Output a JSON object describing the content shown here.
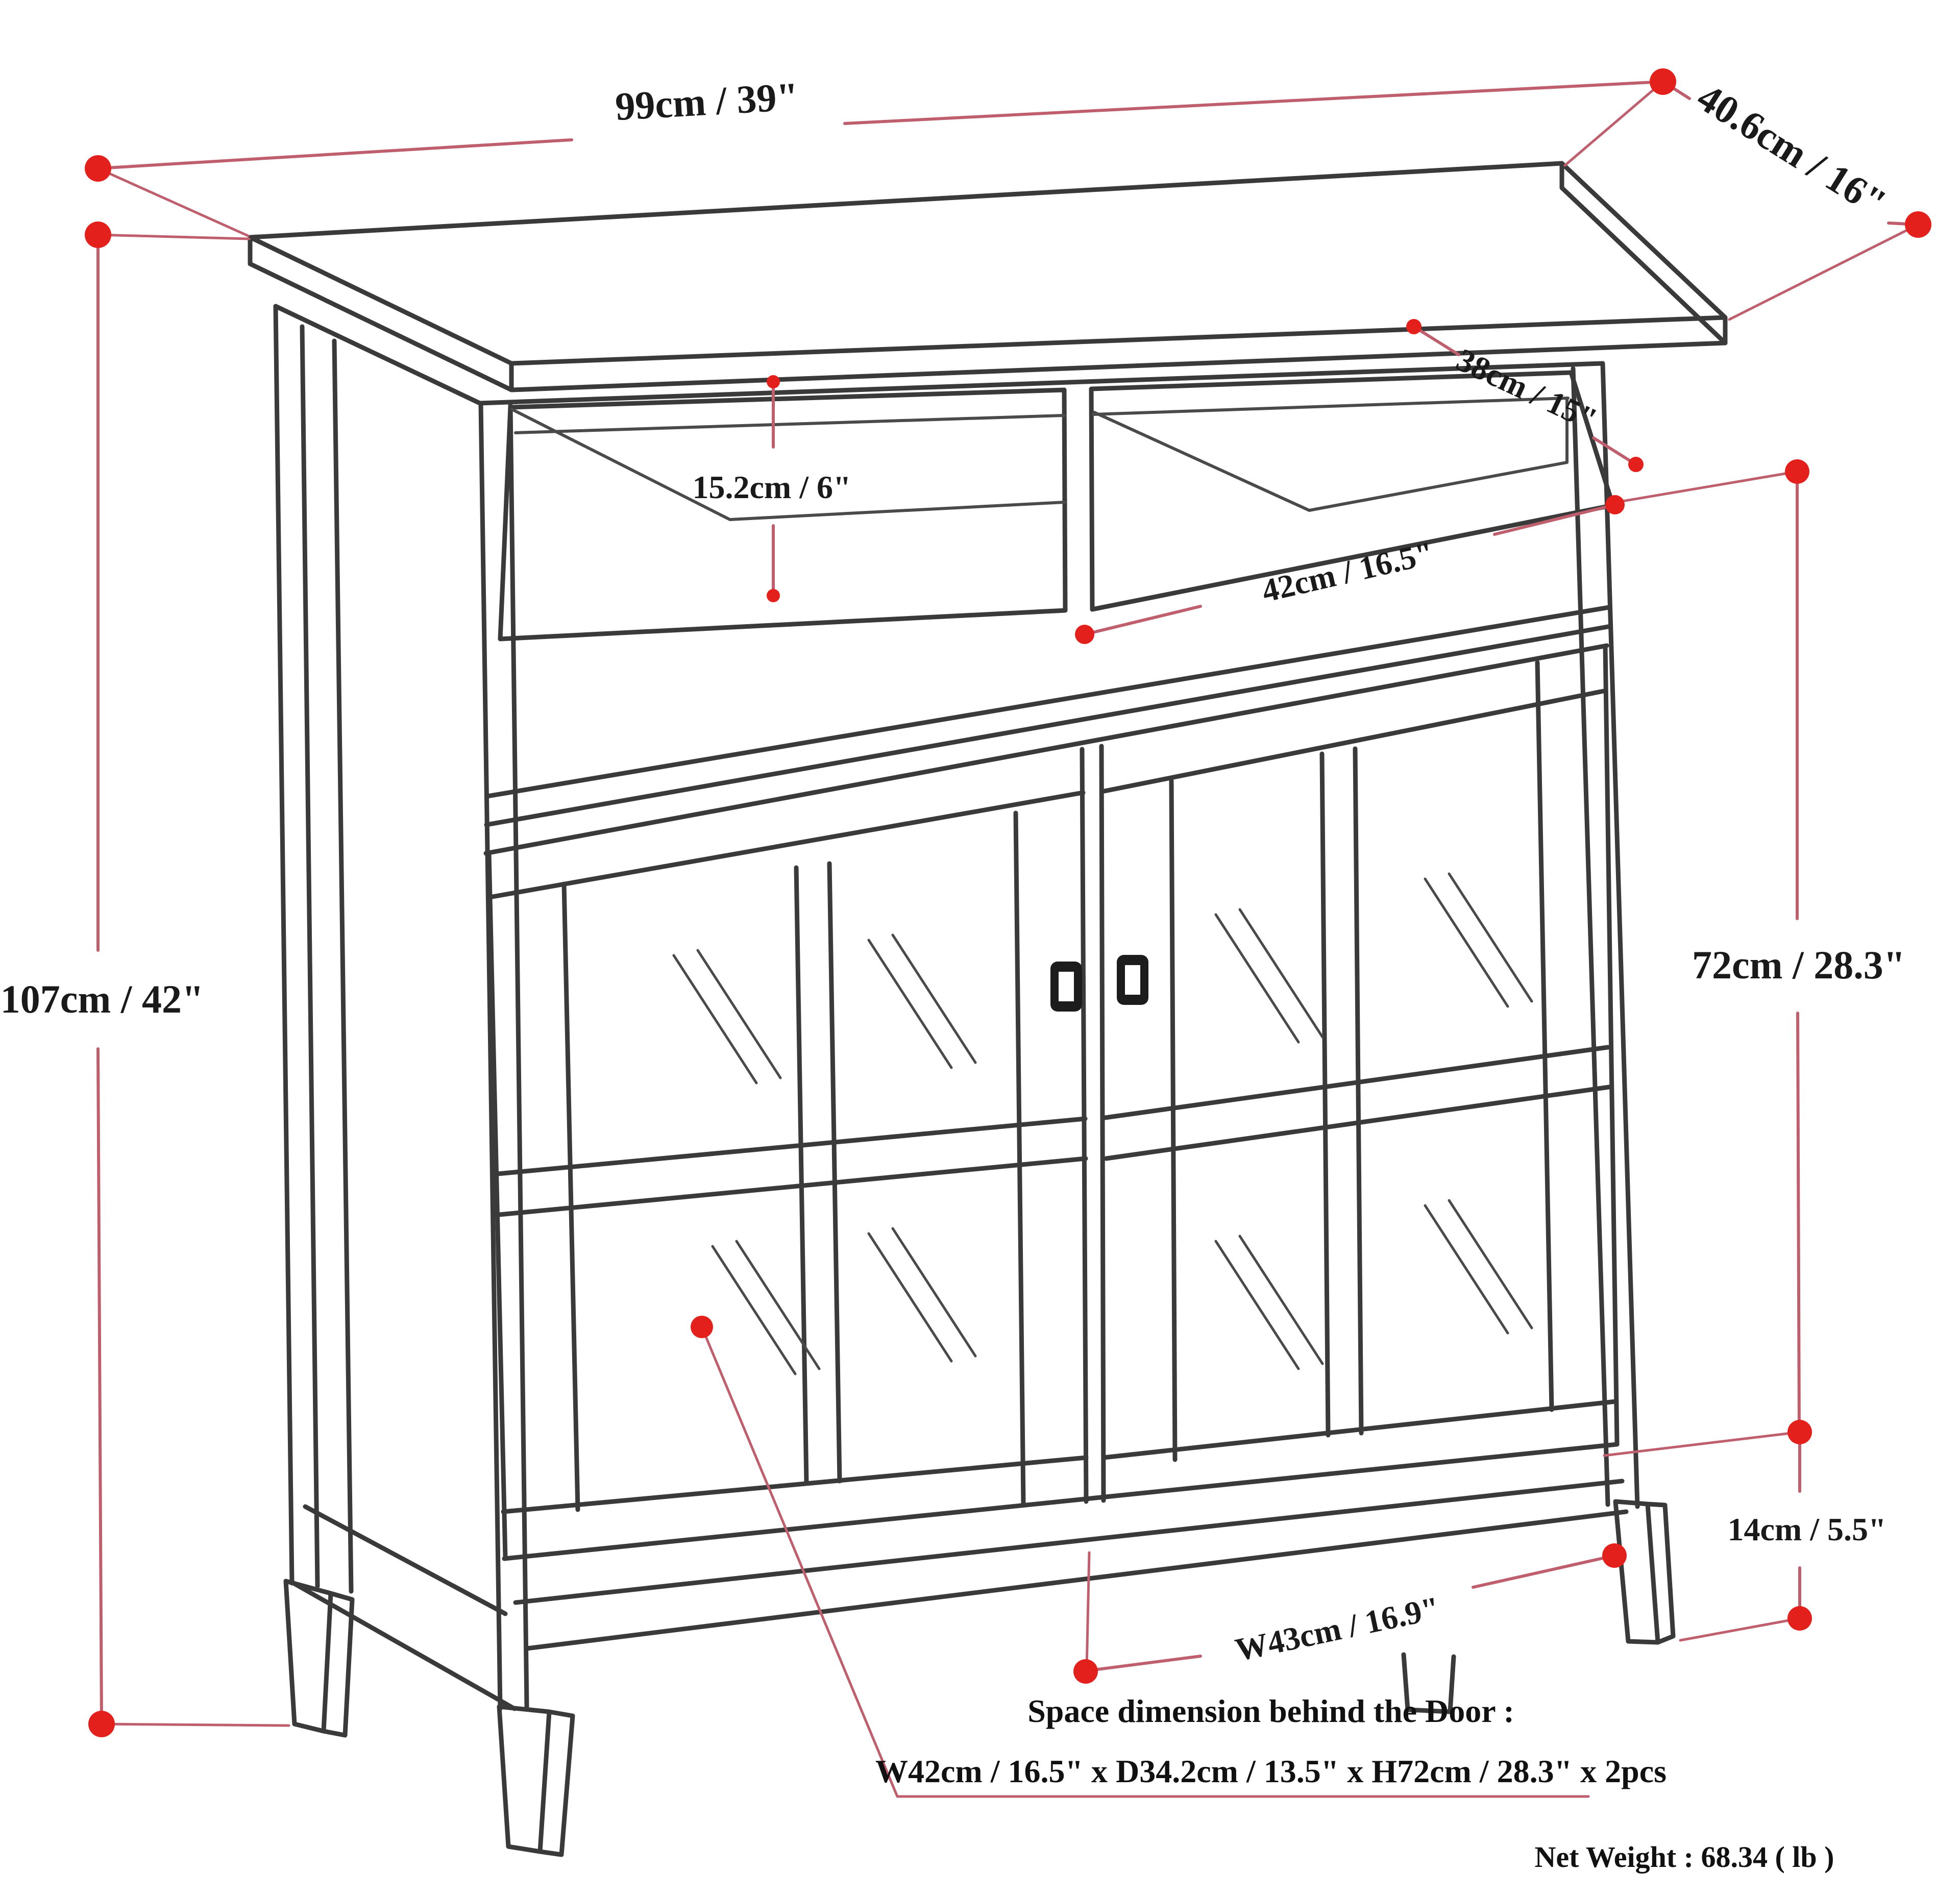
{
  "diagram": {
    "type": "furniture-dimension-diagram",
    "product": "medium storage cabinet with two glass doors, open top cubbies and tapered legs",
    "colors": {
      "background": "#ffffff",
      "line_art": "#3a3a3a",
      "dimension_line": "#bf5f6e",
      "dimension_dot": "#e3201b",
      "text": "#1a1a1a"
    },
    "dimensions": {
      "width": "99cm / 39\"",
      "depth": "40.6cm / 16\"",
      "height": "107cm / 42\"",
      "cubby_height": "15.2cm / 6\"",
      "cubby_depth": "38cm / 15\"",
      "cubby_width": "42cm / 16.5\"",
      "door_height": "72cm / 28.3\"",
      "leg_height": "14cm / 5.5\"",
      "door_width": "W43cm / 16.9\""
    },
    "notes": {
      "space_heading": "Space dimension behind the Door :",
      "space_detail": "W42cm / 16.5\" x D34.2cm / 13.5\" x H72cm / 28.3\" x 2pcs",
      "net_weight": "Net Weight : 68.34 ( lb )"
    }
  }
}
